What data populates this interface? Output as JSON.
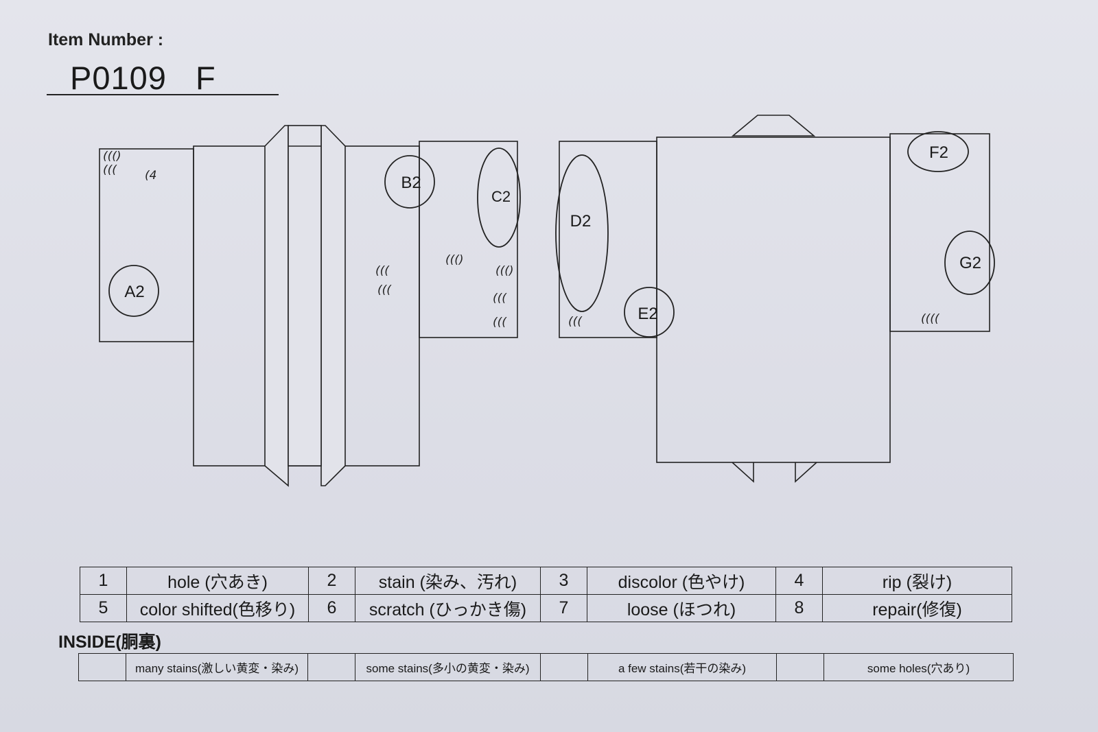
{
  "header": {
    "item_label": "Item Number :",
    "item_number": "P0109 F"
  },
  "diagram": {
    "marks": {
      "A": "A2",
      "B": "B2",
      "C": "C2",
      "D": "D2",
      "E": "E2",
      "F": "F2",
      "G": "G2"
    },
    "tally_marks": [
      "((()",
      "(((",
      "(4",
      "(((",
      "(((",
      "((()",
      "((()",
      "(((",
      "(((",
      "(((",
      "((((",
      "(((("
    ]
  },
  "defect_legend": {
    "rows": [
      [
        {
          "num": "1",
          "label": "hole (穴あき)"
        },
        {
          "num": "2",
          "label": "stain (染み、汚れ)"
        },
        {
          "num": "3",
          "label": "discolor (色やけ)"
        },
        {
          "num": "4",
          "label": "rip (裂け)"
        }
      ],
      [
        {
          "num": "5",
          "label": "color shifted(色移り)"
        },
        {
          "num": "6",
          "label": "scratch (ひっかき傷)"
        },
        {
          "num": "7",
          "label": "loose (ほつれ)"
        },
        {
          "num": "8",
          "label": "repair(修復)"
        }
      ]
    ]
  },
  "inside": {
    "label": "INSIDE(胴裏)",
    "options": [
      "many stains(激しい黄変・染み)",
      "some stains(多小の黄変・染み)",
      "a few stains(若干の染み)",
      "some holes(穴あり)"
    ]
  }
}
